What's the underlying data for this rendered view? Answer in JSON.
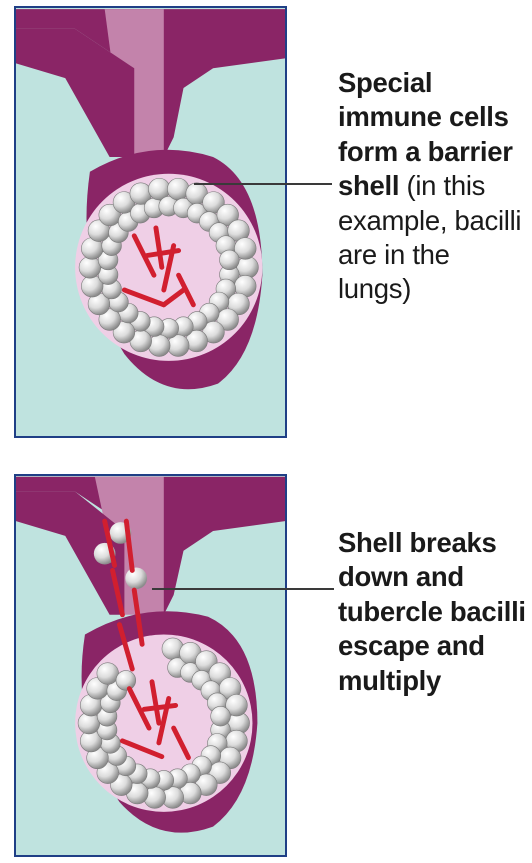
{
  "panels": [
    {
      "label_bold": "Special immune cells form a barrier shell",
      "label_regular": " (in this example, bacilli are in the lungs)",
      "colors": {
        "tissue": "#bfe3df",
        "wall": "#8a2566",
        "wall_light": "#c383ab",
        "lumen": "#efcfe6",
        "bacilli": "#d11f2f",
        "cells": "#e8e8e8"
      }
    },
    {
      "label_bold": "Shell breaks down and tubercle bacilli escape and multiply",
      "label_regular": ""
    }
  ]
}
